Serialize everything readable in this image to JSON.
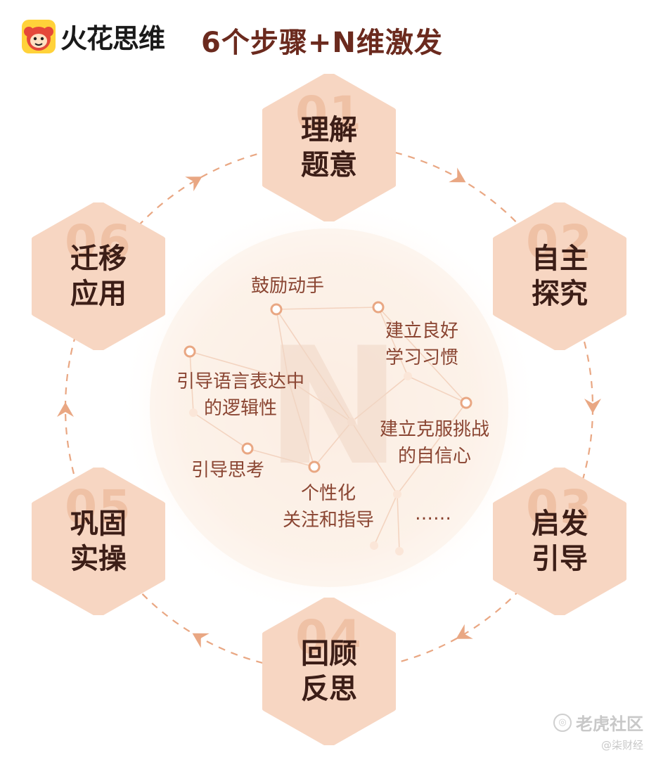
{
  "header": {
    "brand": "火花思维",
    "title": "6个步骤+N维激发"
  },
  "steps": [
    {
      "num": "01",
      "label": "理解题意"
    },
    {
      "num": "02",
      "label": "自主探究"
    },
    {
      "num": "03",
      "label": "启发引导"
    },
    {
      "num": "04",
      "label": "回顾反思"
    },
    {
      "num": "05",
      "label": "巩固实操"
    },
    {
      "num": "06",
      "label": "迁移应用"
    }
  ],
  "center": {
    "letter": "N",
    "tags": [
      "鼓励动手",
      "建立良好\n学习习惯",
      "引导语言表达中\n的逻辑性",
      "建立克服挑战\n的自信心",
      "引导思考",
      "个性化\n关注和指导",
      "……"
    ]
  },
  "watermark": {
    "brand": "老虎社区",
    "author": "@柒财经"
  },
  "colors": {
    "hex_fill": "#f7d6c2",
    "accent": "#e9a783",
    "title": "#6b2a1e",
    "label": "#3c1e17",
    "tag_text": "#8a4532"
  }
}
